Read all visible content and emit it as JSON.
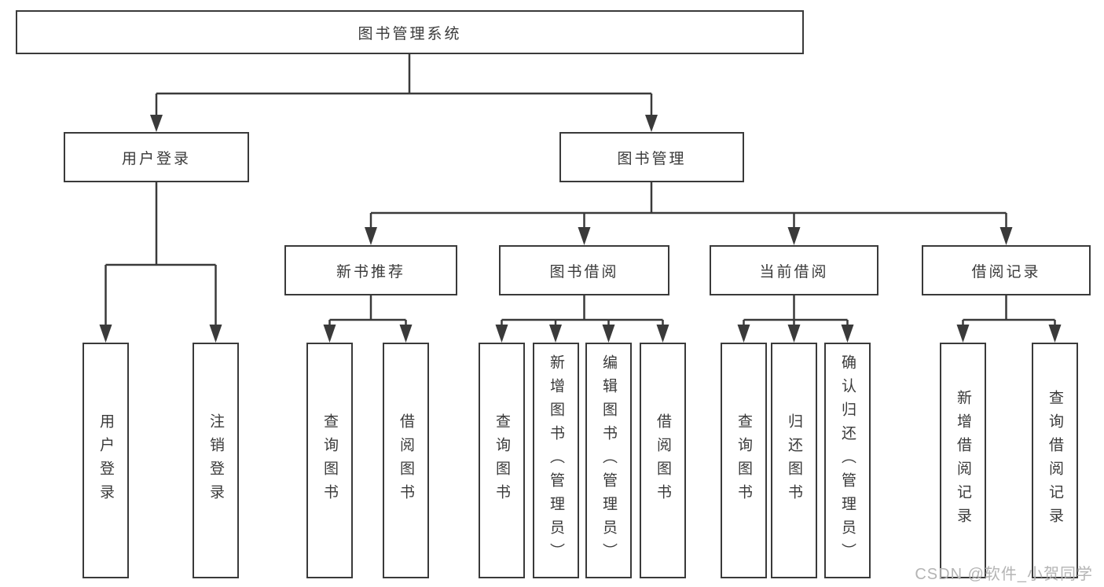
{
  "title": "图书管理系统",
  "tree": {
    "root": {
      "label": "图书管理系统"
    },
    "branches": [
      {
        "label": "用户登录",
        "children": [
          {
            "label": "用户登录"
          },
          {
            "label": "注销登录"
          }
        ]
      },
      {
        "label": "图书管理",
        "children": [
          {
            "label": "新书推荐",
            "children": [
              {
                "label": "查询图书"
              },
              {
                "label": "借阅图书"
              }
            ]
          },
          {
            "label": "图书借阅",
            "children": [
              {
                "label": "查询图书"
              },
              {
                "label": "新增图书（管理员）"
              },
              {
                "label": "编辑图书（管理员）"
              },
              {
                "label": "借阅图书"
              }
            ]
          },
          {
            "label": "当前借阅",
            "children": [
              {
                "label": "查询图书"
              },
              {
                "label": "归还图书"
              },
              {
                "label": "确认归还（管理员）"
              }
            ]
          },
          {
            "label": "借阅记录",
            "children": [
              {
                "label": "新增借阅记录"
              },
              {
                "label": "查询借阅记录"
              }
            ]
          }
        ]
      }
    ]
  },
  "watermark": "CSDN @软件_小贺同学",
  "colors": {
    "line": "#3a3a3a",
    "box_border": "#3a3a3a",
    "text": "#3a3a3a",
    "box_background": "#ffffff",
    "watermark": "#b4b4b4",
    "background": "#ffffff"
  }
}
